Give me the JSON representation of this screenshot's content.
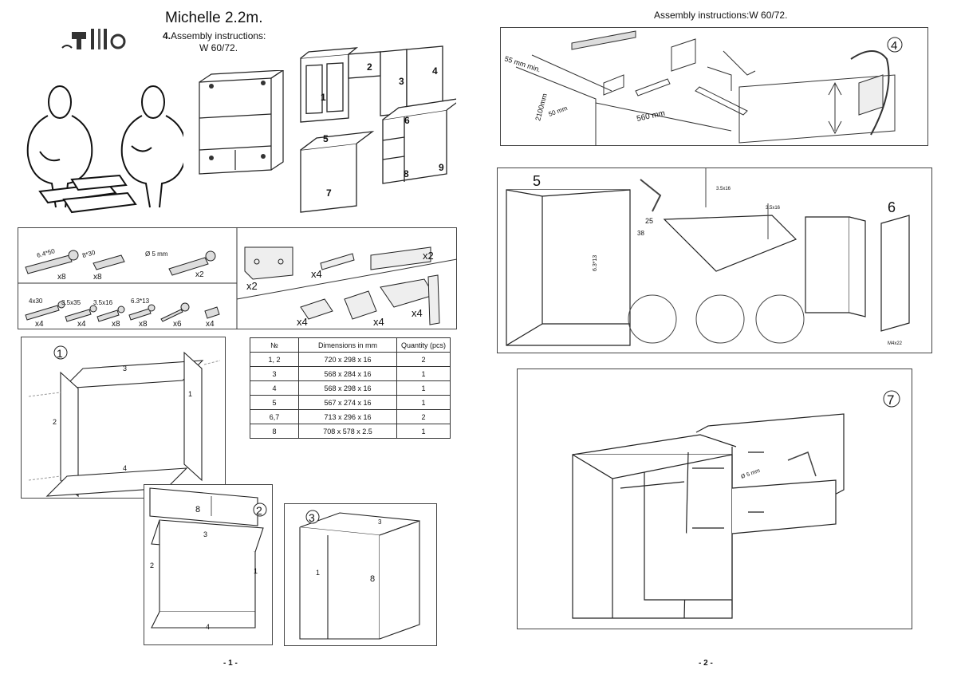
{
  "page1": {
    "title": "Michelle 2.2m.",
    "subtitle_num": "4.",
    "subtitle_line1": "Assembly instructions:",
    "subtitle_line2": "W 60/72.",
    "module_numbers": [
      "1",
      "2",
      "3",
      "4",
      "5",
      "6",
      "7",
      "8",
      "9"
    ],
    "hardware_top": [
      {
        "size": "6.4*50",
        "qty": "x8"
      },
      {
        "size": "8*30",
        "qty": "x8"
      },
      {
        "size": "Ø 5 mm",
        "qty": "x2"
      }
    ],
    "hardware_bottom": [
      {
        "size": "4x30",
        "qty": "x4"
      },
      {
        "size": "3.5x35",
        "qty": "x4"
      },
      {
        "size": "3.5x16",
        "qty": "x8"
      },
      {
        "size": "6.3*13",
        "qty": "x8"
      },
      {
        "qty": "x6"
      },
      {
        "qty": "x4"
      }
    ],
    "hardware_right": {
      "bracket_qty": "x2",
      "dowel_qty": "x4",
      "rail_qty": "x2",
      "plate_qty": "x4",
      "hinge_qty": "x4",
      "hinge2_qty": "x4"
    },
    "table": {
      "headers": [
        "№",
        "Dimensions in mm",
        "Quantity  (pcs)"
      ],
      "rows": [
        [
          "1, 2",
          "720 x 298 x 16",
          "2"
        ],
        [
          "3",
          "568 x 284 x 16",
          "1"
        ],
        [
          "4",
          "568 x 298 x 16",
          "1"
        ],
        [
          "5",
          "567 x 274 x 16",
          "1"
        ],
        [
          "6,7",
          "713 x 296 x 16",
          "2"
        ],
        [
          "8",
          "708 x 578 x 2.5",
          "1"
        ]
      ]
    },
    "step1": {
      "num": "1",
      "p3": "3",
      "p1": "1",
      "p2": "2",
      "p4": "4"
    },
    "step2": {
      "num": "2",
      "p8": "8",
      "p3": "3",
      "p2": "2",
      "p1": "1",
      "p4": "4"
    },
    "step3": {
      "num": "3",
      "p3": "3",
      "p1": "1",
      "p8": "8"
    },
    "footer": "- 1 -"
  },
  "page2": {
    "header": "Assembly instructions:W 60/72.",
    "step4": {
      "num": "4",
      "dim_55": "55 mm min.",
      "dim_2100": "2100mm",
      "dim_50": "50 mm",
      "dim_560": "560 mm"
    },
    "step5": {
      "num": "5",
      "screw1": "3.5x16",
      "screw2": "3.5x16",
      "d25": "25",
      "d38": "38",
      "d6": "6.3*13"
    },
    "step6": {
      "num": "6",
      "m4": "M4x22"
    },
    "step7": {
      "num": "7",
      "drill": "Ø 5 mm"
    },
    "footer": "- 2 -"
  }
}
